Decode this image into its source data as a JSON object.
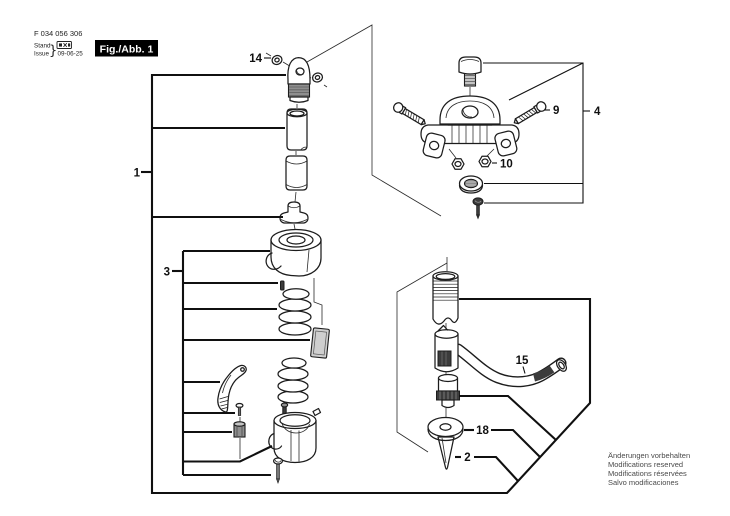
{
  "figure": {
    "part_number": "F 034 056 306",
    "stand_label": "Stand",
    "issue_label": "Issue",
    "brace": "}",
    "revision_date": "09-06-25",
    "figure_label": "Fig./Abb. 1"
  },
  "callouts": {
    "c1": "1",
    "c2": "2",
    "c3": "3",
    "c4": "4",
    "c9": "9",
    "c10": "10",
    "c14": "14",
    "c15": "15",
    "c18": "18"
  },
  "notes": {
    "line1": "Änderungen vorbehalten",
    "line2": "Modifications reserved",
    "line3": "Modifications réservées",
    "line4": "Salvo modificaciones"
  },
  "colors": {
    "ink": "#1c1c1c",
    "note_text": "#4a4a4a",
    "figure_box_bg": "#000000",
    "figure_box_text": "#ffffff",
    "shade_light": "#c4c4c4",
    "shade_mid": "#8f8f8f",
    "shade_dark": "#3c3c3c",
    "background": "#ffffff"
  }
}
